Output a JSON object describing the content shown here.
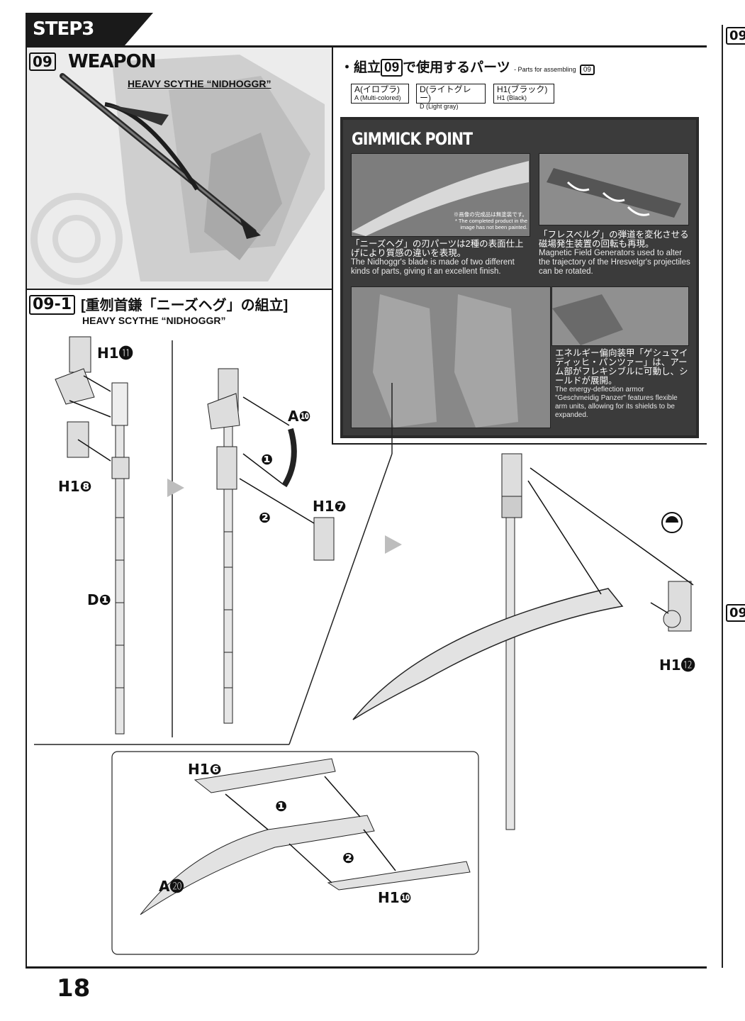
{
  "header": {
    "step": "STEP3"
  },
  "weapon": {
    "number": "09",
    "title": "WEAPON",
    "callout": "HEAVY SCYTHE “NIDHOGGR”"
  },
  "parts": {
    "heading_prefix": "・組立",
    "heading_num": "09",
    "heading_suffix": "で使用するパーツ",
    "sub_prefix": "- Parts for assembling",
    "sub_num": "09",
    "items": [
      {
        "jp": "A(イロプラ)",
        "en": "A (Multi-colored)"
      },
      {
        "jp": "D(ライトグレー)",
        "en": "D (Light gray)"
      },
      {
        "jp": "H1(ブラック)",
        "en": "H1 (Black)"
      }
    ]
  },
  "gimmick": {
    "title": "GIMMICK POINT",
    "note_jp": "※画像の完成品は無塗装です。",
    "note_en1": "* The completed product in the",
    "note_en2": "image has not been painted.",
    "blade_jp": "「ニーズヘグ」の刃パーツは2種の表面仕上げにより質感の違いを表現。",
    "blade_en": "The Nidhoggr's blade is made of two different kinds of parts, giving it an excellent finish.",
    "field_jp": "「フレスベルグ」の弾道を変化させる磁場発生装置の回転も再現。",
    "field_en": "Magnetic Field Generators used to alter the trajectory of the Hresvelgr's projectiles can be rotated.",
    "armor_jp": "エネルギー偏向装甲「ゲシュマイディッヒ・パンツァー」は、アーム部がフレキシブルに可動し、シールドが展開。",
    "armor_en": "The energy-deflection armor \"Geschmeidig Panzer\" features flexible arm units, allowing for its shields to be expanded."
  },
  "section": {
    "number": "09-1",
    "title": "[重刎首鎌「ニーズヘグ」の組立]",
    "subtitle": "HEAVY SCYTHE “NIDHOGGR”"
  },
  "labels": {
    "h1_11": "H1⓫",
    "h1_8": "H1❽",
    "d1": "D❶",
    "a10": "A❿",
    "step1": "❶",
    "step2": "❷",
    "h1_7": "H1❼",
    "h1_12": "H1⓬",
    "h1_6": "H1❻",
    "a20": "A⓴",
    "h1_10": "H1❿",
    "inset_step1": "❶",
    "inset_step2": "❷"
  },
  "footer": {
    "page": "18"
  },
  "side": {
    "top": "09",
    "bottom": "09"
  }
}
